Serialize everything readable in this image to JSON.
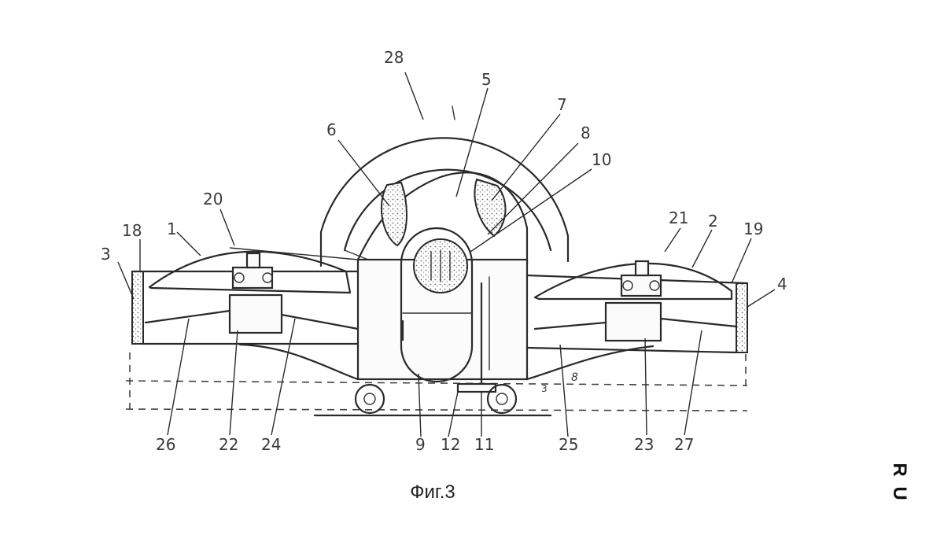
{
  "figure": {
    "caption": "Фиг.3",
    "side_mark": [
      "R",
      "U"
    ]
  },
  "callouts": [
    {
      "key": "28",
      "text": "28"
    },
    {
      "key": "5",
      "text": "5"
    },
    {
      "key": "7",
      "text": "7"
    },
    {
      "key": "6",
      "text": "6"
    },
    {
      "key": "8",
      "text": "8"
    },
    {
      "key": "10",
      "text": "10"
    },
    {
      "key": "20",
      "text": "20"
    },
    {
      "key": "1",
      "text": "1"
    },
    {
      "key": "18",
      "text": "18"
    },
    {
      "key": "3",
      "text": "3"
    },
    {
      "key": "21",
      "text": "21"
    },
    {
      "key": "2",
      "text": "2"
    },
    {
      "key": "19",
      "text": "19"
    },
    {
      "key": "4",
      "text": "4"
    },
    {
      "key": "26",
      "text": "26"
    },
    {
      "key": "22",
      "text": "22"
    },
    {
      "key": "24",
      "text": "24"
    },
    {
      "key": "9",
      "text": "9"
    },
    {
      "key": "12",
      "text": "12"
    },
    {
      "key": "11",
      "text": "11"
    },
    {
      "key": "25",
      "text": "25"
    },
    {
      "key": "23",
      "text": "23"
    },
    {
      "key": "27",
      "text": "27"
    }
  ],
  "inline_marks": {
    "a": "8",
    "b": "3"
  }
}
